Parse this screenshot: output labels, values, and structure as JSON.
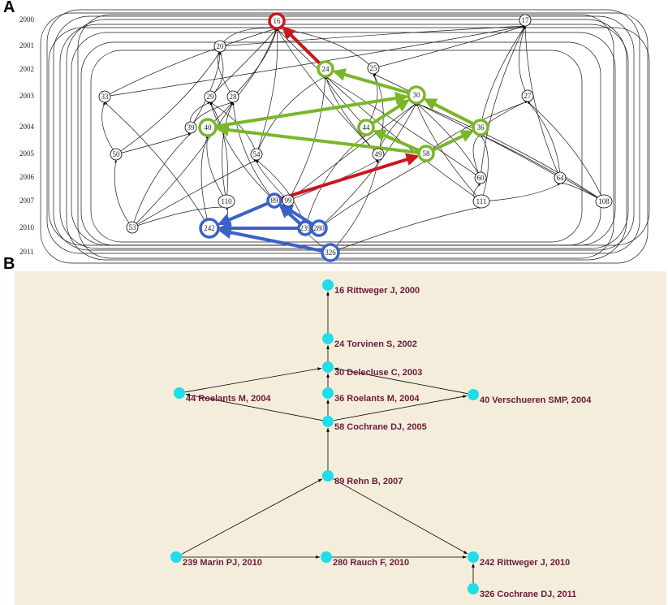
{
  "panels": {
    "a_label": "A",
    "b_label": "B"
  },
  "panel_a": {
    "years": [
      "2000",
      "2001",
      "2002",
      "2003",
      "2004",
      "2005",
      "2006",
      "2007",
      "2010",
      "2011"
    ],
    "nodes": [
      {
        "id": "16",
        "year": "2000",
        "style": "red"
      },
      {
        "id": "17",
        "year": "2000",
        "style": "plain"
      },
      {
        "id": "20",
        "year": "2001",
        "style": "plain"
      },
      {
        "id": "24",
        "year": "2002",
        "style": "green"
      },
      {
        "id": "25",
        "year": "2002",
        "style": "plain"
      },
      {
        "id": "33",
        "year": "2003",
        "style": "plain"
      },
      {
        "id": "29",
        "year": "2003",
        "style": "plain"
      },
      {
        "id": "28",
        "year": "2003",
        "style": "plain"
      },
      {
        "id": "30",
        "year": "2003",
        "style": "green"
      },
      {
        "id": "27",
        "year": "2003",
        "style": "plain"
      },
      {
        "id": "39",
        "year": "2004",
        "style": "plain"
      },
      {
        "id": "40",
        "year": "2004",
        "style": "green"
      },
      {
        "id": "44",
        "year": "2004",
        "style": "green"
      },
      {
        "id": "36",
        "year": "2004",
        "style": "green"
      },
      {
        "id": "50",
        "year": "2005",
        "style": "plain"
      },
      {
        "id": "54",
        "year": "2005",
        "style": "plain"
      },
      {
        "id": "49",
        "year": "2005",
        "style": "plain"
      },
      {
        "id": "58",
        "year": "2005",
        "style": "green"
      },
      {
        "id": "60",
        "year": "2006",
        "style": "plain"
      },
      {
        "id": "64",
        "year": "2006",
        "style": "plain"
      },
      {
        "id": "110",
        "year": "2007",
        "style": "plain"
      },
      {
        "id": "89",
        "year": "2007",
        "style": "blue"
      },
      {
        "id": "99",
        "year": "2007",
        "style": "plain"
      },
      {
        "id": "111",
        "year": "2007",
        "style": "plain"
      },
      {
        "id": "108",
        "year": "2007",
        "style": "plain"
      },
      {
        "id": "53",
        "year": "2010",
        "style": "plain"
      },
      {
        "id": "242",
        "year": "2010",
        "style": "blue"
      },
      {
        "id": "239",
        "year": "2010",
        "style": "blue"
      },
      {
        "id": "280",
        "year": "2010",
        "style": "blue"
      },
      {
        "id": "326",
        "year": "2011",
        "style": "blue"
      }
    ],
    "highlight_edges": [
      {
        "from": "24",
        "to": "16",
        "color": "red"
      },
      {
        "from": "89",
        "to": "58",
        "color": "red"
      },
      {
        "from": "30",
        "to": "24",
        "color": "green"
      },
      {
        "from": "40",
        "to": "30",
        "color": "green"
      },
      {
        "from": "58",
        "to": "40",
        "color": "green"
      },
      {
        "from": "58",
        "to": "44",
        "color": "green"
      },
      {
        "from": "44",
        "to": "30",
        "color": "green"
      },
      {
        "from": "36",
        "to": "30",
        "color": "green"
      },
      {
        "from": "58",
        "to": "36",
        "color": "green"
      },
      {
        "from": "239",
        "to": "89",
        "color": "blue"
      },
      {
        "from": "280",
        "to": "89",
        "color": "blue"
      },
      {
        "from": "89",
        "to": "242",
        "color": "blue"
      },
      {
        "from": "326",
        "to": "242",
        "color": "blue"
      },
      {
        "from": "239",
        "to": "242",
        "color": "blue"
      },
      {
        "from": "280",
        "to": "242",
        "color": "blue"
      }
    ],
    "colors": {
      "red": "#c8171d",
      "green": "#7bb62a",
      "blue": "#3a62c9",
      "plain": "#000000"
    }
  },
  "panel_b": {
    "background": "#f4eddb",
    "node_color": "#22dde8",
    "label_color": "#6b1a3a",
    "nodes": [
      {
        "id": "16",
        "label": "16 Rittweger J, 2000"
      },
      {
        "id": "24",
        "label": "24 Torvinen S, 2002"
      },
      {
        "id": "30",
        "label": "30 Delecluse C, 2003"
      },
      {
        "id": "44",
        "label": "44 Roelants M, 2004"
      },
      {
        "id": "36",
        "label": "36 Roelants M, 2004"
      },
      {
        "id": "40",
        "label": "40 Verschueren SMP, 2004"
      },
      {
        "id": "58",
        "label": "58 Cochrane DJ, 2005"
      },
      {
        "id": "89",
        "label": "89 Rehn B, 2007"
      },
      {
        "id": "239",
        "label": "239 Marin PJ, 2010"
      },
      {
        "id": "280",
        "label": "280 Rauch F, 2010"
      },
      {
        "id": "242",
        "label": "242 Rittweger J, 2010"
      },
      {
        "id": "326",
        "label": "326 Cochrane DJ, 2011"
      }
    ],
    "edges": [
      {
        "from": "24",
        "to": "16"
      },
      {
        "from": "30",
        "to": "24"
      },
      {
        "from": "44",
        "to": "30"
      },
      {
        "from": "36",
        "to": "30"
      },
      {
        "from": "40",
        "to": "30"
      },
      {
        "from": "58",
        "to": "44"
      },
      {
        "from": "58",
        "to": "36"
      },
      {
        "from": "58",
        "to": "40"
      },
      {
        "from": "89",
        "to": "58"
      },
      {
        "from": "239",
        "to": "89"
      },
      {
        "from": "89",
        "to": "242"
      },
      {
        "from": "239",
        "to": "280"
      },
      {
        "from": "280",
        "to": "242"
      },
      {
        "from": "326",
        "to": "242"
      }
    ]
  }
}
